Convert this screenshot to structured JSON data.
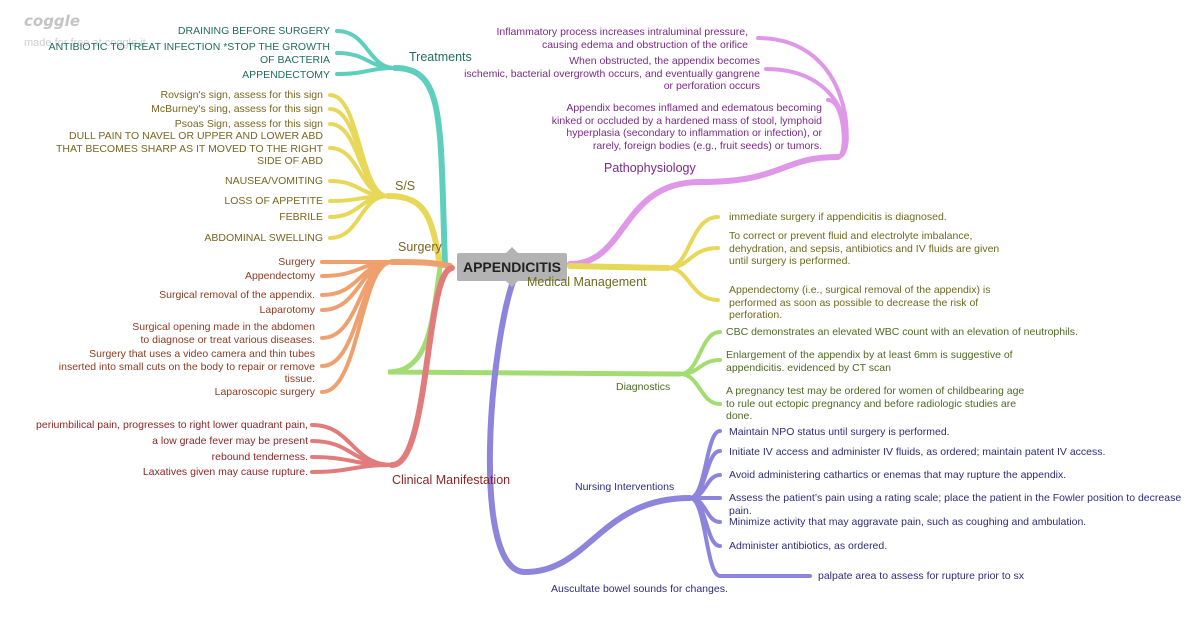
{
  "app": {
    "logo": "coggle",
    "made_by": "made for free at coggle.it"
  },
  "center": {
    "label": "APPENDICITIS"
  },
  "colors": {
    "treatments": "#5ecfbc",
    "ss": "#e8d85a",
    "surgery": "#eea16f",
    "clinical": "#e27c7c",
    "pathophysiology": "#df97e8",
    "medical": "#e8d85a",
    "diagnostics": "#a3dc72",
    "nursing": "#8d84dc"
  },
  "treatments": {
    "label": "Treatments",
    "items": [
      "DRAINING BEFORE SURGERY",
      "ANTIBIOTIC TO TREAT INFECTION *STOP THE GROWTH\nOF BACTERIA",
      "APPENDECTOMY"
    ]
  },
  "ss": {
    "label": "S/S",
    "items": [
      "Rovsign's sign, assess for this sign",
      "McBurney's sing, assess for this sign",
      "Psoas Sign, assess for this sign",
      "DULL PAIN TO NAVEL OR UPPER AND LOWER ABD\nTHAT BECOMES SHARP AS IT MOVED TO THE RIGHT\nSIDE OF ABD",
      "NAUSEA/VOMITING",
      "LOSS OF APPETITE",
      "FEBRILE",
      "ABDOMINAL SWELLING"
    ]
  },
  "surgery": {
    "label": "Surgery",
    "items": [
      "Surgery",
      "Appendectomy",
      "Surgical removal of the appendix.",
      "Laparotomy",
      "Surgical opening made in the abdomen\nto diagnose or treat various diseases.",
      "Surgery that uses a video camera and thin tubes\ninserted into small cuts on the body to repair or remove\ntissue.",
      "Laparoscopic surgery"
    ]
  },
  "clinical": {
    "label": "Clinical Manifestation",
    "items": [
      "periumbilical pain, progresses to right lower quadrant pain,",
      "a low grade fever may be present",
      "rebound tenderness.",
      "Laxatives given may cause rupture."
    ]
  },
  "pathophysiology": {
    "label": "Pathophysiology",
    "items": [
      "Inflammatory process increases intraluminal pressure,\ncausing edema and obstruction of the orifice",
      "When obstructed, the appendix becomes\nischemic, bacterial overgrowth occurs, and eventually gangrene\nor perforation occurs",
      "Appendix becomes inflamed and edematous becoming\nkinked or occluded by a hardened mass of stool, lymphoid\nhyperplasia (secondary to inflammation or infection), or\nrarely, foreign bodies (e.g., fruit seeds) or tumors."
    ]
  },
  "medical": {
    "label": "Medical Management",
    "items": [
      "immediate surgery if appendicitis is diagnosed.",
      "To correct or prevent fluid and electrolyte imbalance,\ndehydration, and sepsis, antibiotics and IV fluids are given\nuntil surgery is performed.",
      "Appendectomy (i.e., surgical removal of the appendix) is\nperformed as soon as possible to decrease the risk of\nperforation."
    ]
  },
  "diagnostics": {
    "label": "Diagnostics",
    "items": [
      "CBC demonstrates an elevated WBC count with an elevation of neutrophils.",
      "Enlargement of the appendix by at least 6mm is suggestive of\nappendicitis. evidenced by CT scan",
      "A pregnancy test may be ordered for women of childbearing age\nto rule out ectopic pregnancy and before radiologic studies are\ndone."
    ]
  },
  "nursing": {
    "label": "Nursing Interventions",
    "items": [
      "Maintain NPO status until surgery is performed.",
      "Initiate IV access and administer IV fluids, as ordered; maintain patent IV access.",
      "Avoid administering cathartics or enemas that may rupture the appendix.",
      "Assess the patient’s pain using a rating scale; place the patient in the Fowler position to decrease pain.",
      "Minimize activity that may aggravate pain, such as coughing and ambulation.",
      "Administer antibiotics, as ordered.",
      "palpate area to assess for rupture prior to sx"
    ],
    "bottom": "Auscultate bowel sounds for changes."
  }
}
